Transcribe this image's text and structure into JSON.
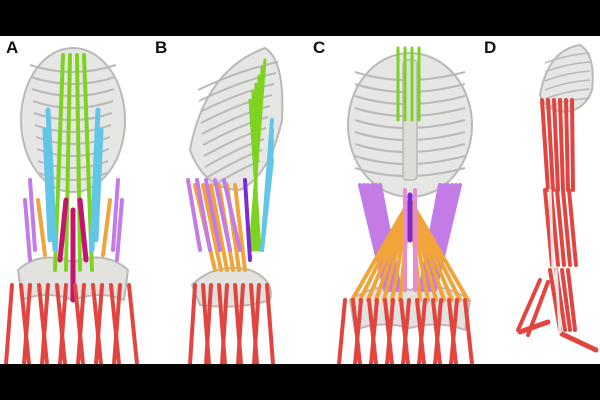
{
  "panels": [
    {
      "label": "A",
      "view": "posterior"
    },
    {
      "label": "B",
      "view": "lateral"
    },
    {
      "label": "C",
      "view": "anterior"
    },
    {
      "label": "D",
      "view": "full-body-lateral"
    }
  ],
  "colors": {
    "bone": "#e6e6e4",
    "bone_shadow": "#b9bab7",
    "muscle_red": "#e2453f",
    "muscle_green": "#7ed321",
    "muscle_blue": "#62c6e6",
    "muscle_purple": "#c37be6",
    "muscle_orange": "#f0a43a",
    "muscle_magenta": "#c4146d",
    "muscle_violet": "#7b2bd6",
    "muscle_pink": "#e88bd0"
  }
}
